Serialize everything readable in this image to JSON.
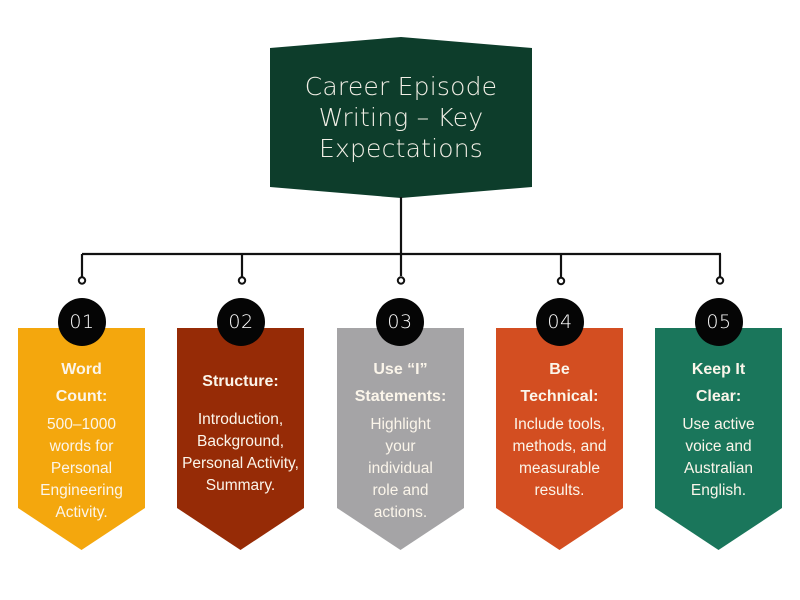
{
  "header": {
    "title": "Career Episode\nWriting – Key\nExpectations",
    "color": "#0d3d2b"
  },
  "connector": {
    "color": "#111111"
  },
  "cards": [
    {
      "number": "01",
      "heading": "Word Count:",
      "body": "500–1000 words for Personal Engineering Activity.",
      "color": "#f4a70d"
    },
    {
      "number": "02",
      "heading": "Structure:",
      "body": "Introduction, Background, Personal Activity, Summary.",
      "color": "#962b06"
    },
    {
      "number": "03",
      "heading": "Use “I” Statements:",
      "body": "Highlight your individual role and actions.",
      "color": "#a5a4a6"
    },
    {
      "number": "04",
      "heading": "Be Technical:",
      "body": "Include tools, methods, and measurable results.",
      "color": "#d34e21"
    },
    {
      "number": "05",
      "heading": "Keep It Clear:",
      "body": "Use active voice and Australian English.",
      "color": "#1a765b"
    }
  ]
}
